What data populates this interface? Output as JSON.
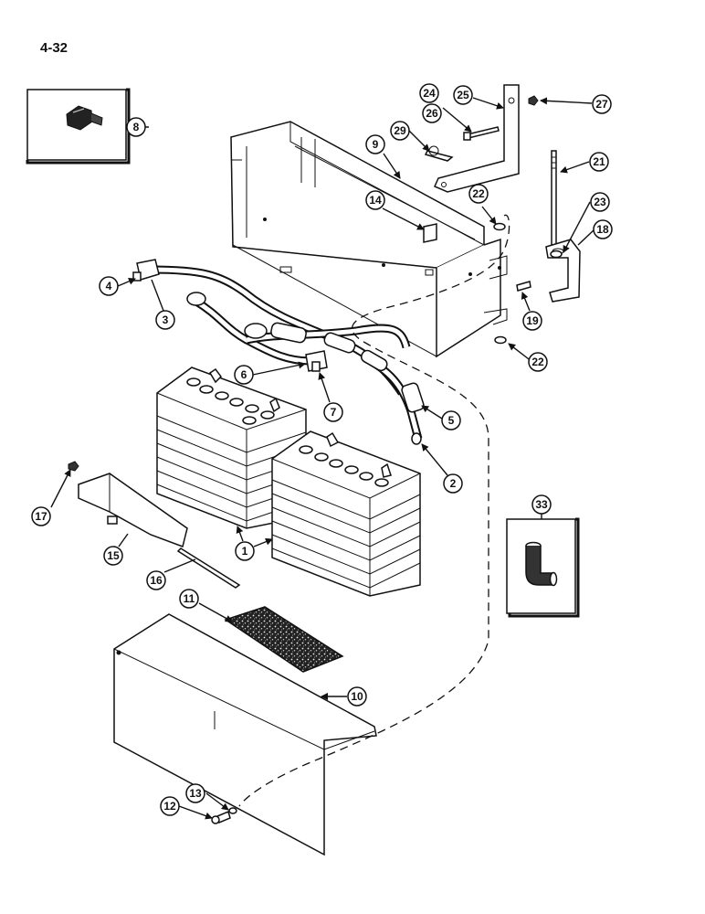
{
  "page_number": "4-32",
  "callouts": [
    {
      "id": "c1",
      "label": "1"
    },
    {
      "id": "c2",
      "label": "2"
    },
    {
      "id": "c3",
      "label": "3"
    },
    {
      "id": "c4",
      "label": "4"
    },
    {
      "id": "c5",
      "label": "5"
    },
    {
      "id": "c6",
      "label": "6"
    },
    {
      "id": "c7",
      "label": "7"
    },
    {
      "id": "c8",
      "label": "8"
    },
    {
      "id": "c9",
      "label": "9"
    },
    {
      "id": "c10",
      "label": "10"
    },
    {
      "id": "c11",
      "label": "11"
    },
    {
      "id": "c12",
      "label": "12"
    },
    {
      "id": "c13",
      "label": "13"
    },
    {
      "id": "c14",
      "label": "14"
    },
    {
      "id": "c15",
      "label": "15"
    },
    {
      "id": "c16",
      "label": "16"
    },
    {
      "id": "c17",
      "label": "17"
    },
    {
      "id": "c18",
      "label": "18"
    },
    {
      "id": "c19",
      "label": "19"
    },
    {
      "id": "c21",
      "label": "21"
    },
    {
      "id": "c22a",
      "label": "22"
    },
    {
      "id": "c22b",
      "label": "22"
    },
    {
      "id": "c23",
      "label": "23"
    },
    {
      "id": "c24",
      "label": "24"
    },
    {
      "id": "c25",
      "label": "25"
    },
    {
      "id": "c26",
      "label": "26"
    },
    {
      "id": "c27",
      "label": "27"
    },
    {
      "id": "c29",
      "label": "29"
    },
    {
      "id": "c33",
      "label": "33"
    }
  ]
}
